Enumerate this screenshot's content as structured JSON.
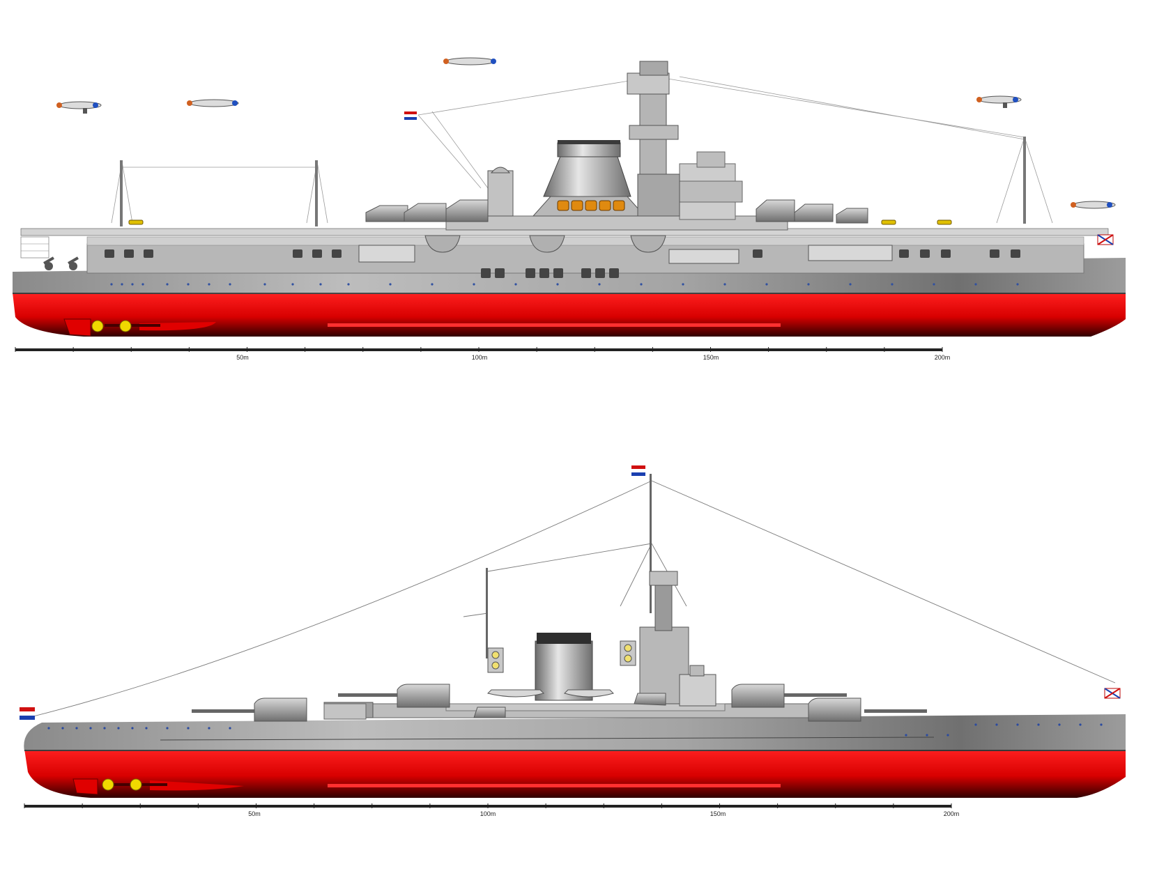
{
  "diagrams": [
    {
      "id": "carrier-profile",
      "scale_ticks": [
        "50m",
        "100m",
        "150m",
        "200m"
      ],
      "flags": [
        "dutch-ensign-icon",
        "dutch-jack-icon"
      ],
      "aircraft": [
        "fighter-plane-icon",
        "fighter-plane-icon",
        "fighter-plane-icon",
        "fighter-plane-icon",
        "fighter-plane-icon"
      ]
    },
    {
      "id": "battlecruiser-profile",
      "scale_ticks": [
        "50m",
        "100m",
        "150m",
        "200m"
      ],
      "flags": [
        "dutch-ensign-icon",
        "dutch-ensign-icon",
        "dutch-jack-icon"
      ]
    }
  ],
  "colors": {
    "hull_grey": "#a9a9a9",
    "hull_red": "#e00000",
    "hull_dark": "#300000",
    "flag_red": "#d01010",
    "flag_white": "#ffffff",
    "flag_blue": "#1a3fb0",
    "propeller": "#e8d000"
  }
}
